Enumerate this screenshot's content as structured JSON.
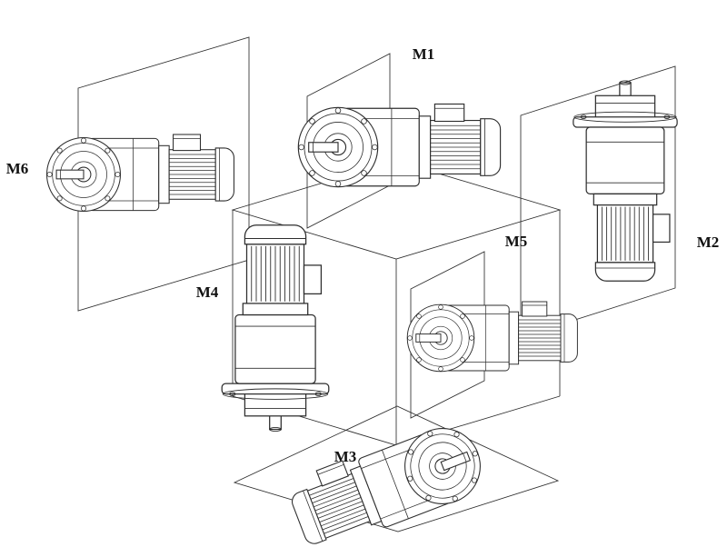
{
  "diagram": {
    "positions": [
      {
        "id": "m1",
        "label": "M1"
      },
      {
        "id": "m2",
        "label": "M2"
      },
      {
        "id": "m3",
        "label": "M3"
      },
      {
        "id": "m4",
        "label": "M4"
      },
      {
        "id": "m5",
        "label": "M5"
      },
      {
        "id": "m6",
        "label": "M6"
      }
    ]
  },
  "theme": {
    "background": "#ffffff",
    "line_color": "#2e2e2e",
    "label_color": "#111111"
  }
}
